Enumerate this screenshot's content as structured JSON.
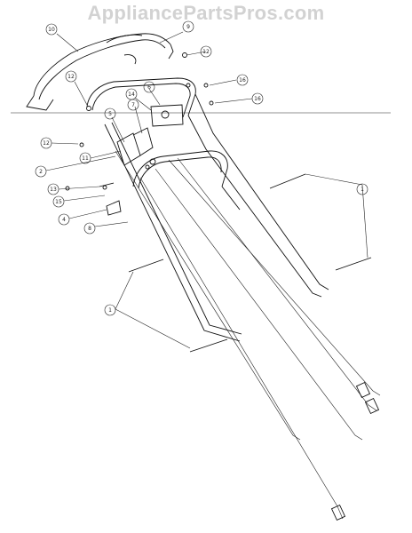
{
  "watermark": "AppliancePartsPros.com",
  "callouts": [
    {
      "id": "c10",
      "number": "10"
    },
    {
      "id": "c9",
      "number": "9"
    },
    {
      "id": "c12a",
      "number": "12"
    },
    {
      "id": "c12b",
      "number": "12"
    },
    {
      "id": "c16a",
      "number": "16"
    },
    {
      "id": "c16b",
      "number": "16"
    },
    {
      "id": "c14",
      "number": "14"
    },
    {
      "id": "c6",
      "number": "6"
    },
    {
      "id": "c7",
      "number": "7"
    },
    {
      "id": "c5",
      "number": "5"
    },
    {
      "id": "c12c",
      "number": "12"
    },
    {
      "id": "c11",
      "number": "11"
    },
    {
      "id": "c2",
      "number": "2"
    },
    {
      "id": "c13",
      "number": "13"
    },
    {
      "id": "c15",
      "number": "15"
    },
    {
      "id": "c4",
      "number": "4"
    },
    {
      "id": "c8",
      "number": "8"
    },
    {
      "id": "c1a",
      "number": "1"
    },
    {
      "id": "c1b",
      "number": "1"
    }
  ]
}
